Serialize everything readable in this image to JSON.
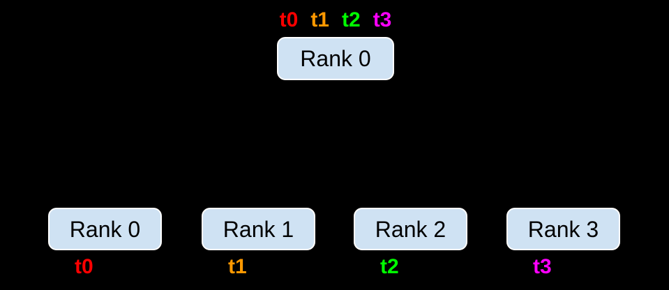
{
  "colors": {
    "background": "#000000",
    "node_fill": "#cfe2f3",
    "node_border": "#ffffff",
    "node_text": "#000000",
    "thread_t0": "#ff0000",
    "thread_t1": "#ff9900",
    "thread_t2": "#00ff00",
    "thread_t3": "#ff00ff"
  },
  "top_node": {
    "label": "Rank 0",
    "threads": [
      {
        "label": "t0",
        "color": "#ff0000"
      },
      {
        "label": "t1",
        "color": "#ff9900"
      },
      {
        "label": "t2",
        "color": "#00ff00"
      },
      {
        "label": "t3",
        "color": "#ff00ff"
      }
    ]
  },
  "bottom_nodes": [
    {
      "label": "Rank 0",
      "thread": {
        "label": "t0",
        "color": "#ff0000"
      }
    },
    {
      "label": "Rank 1",
      "thread": {
        "label": "t1",
        "color": "#ff9900"
      }
    },
    {
      "label": "Rank 2",
      "thread": {
        "label": "t2",
        "color": "#00ff00"
      }
    },
    {
      "label": "Rank 3",
      "thread": {
        "label": "t3",
        "color": "#ff00ff"
      }
    }
  ]
}
